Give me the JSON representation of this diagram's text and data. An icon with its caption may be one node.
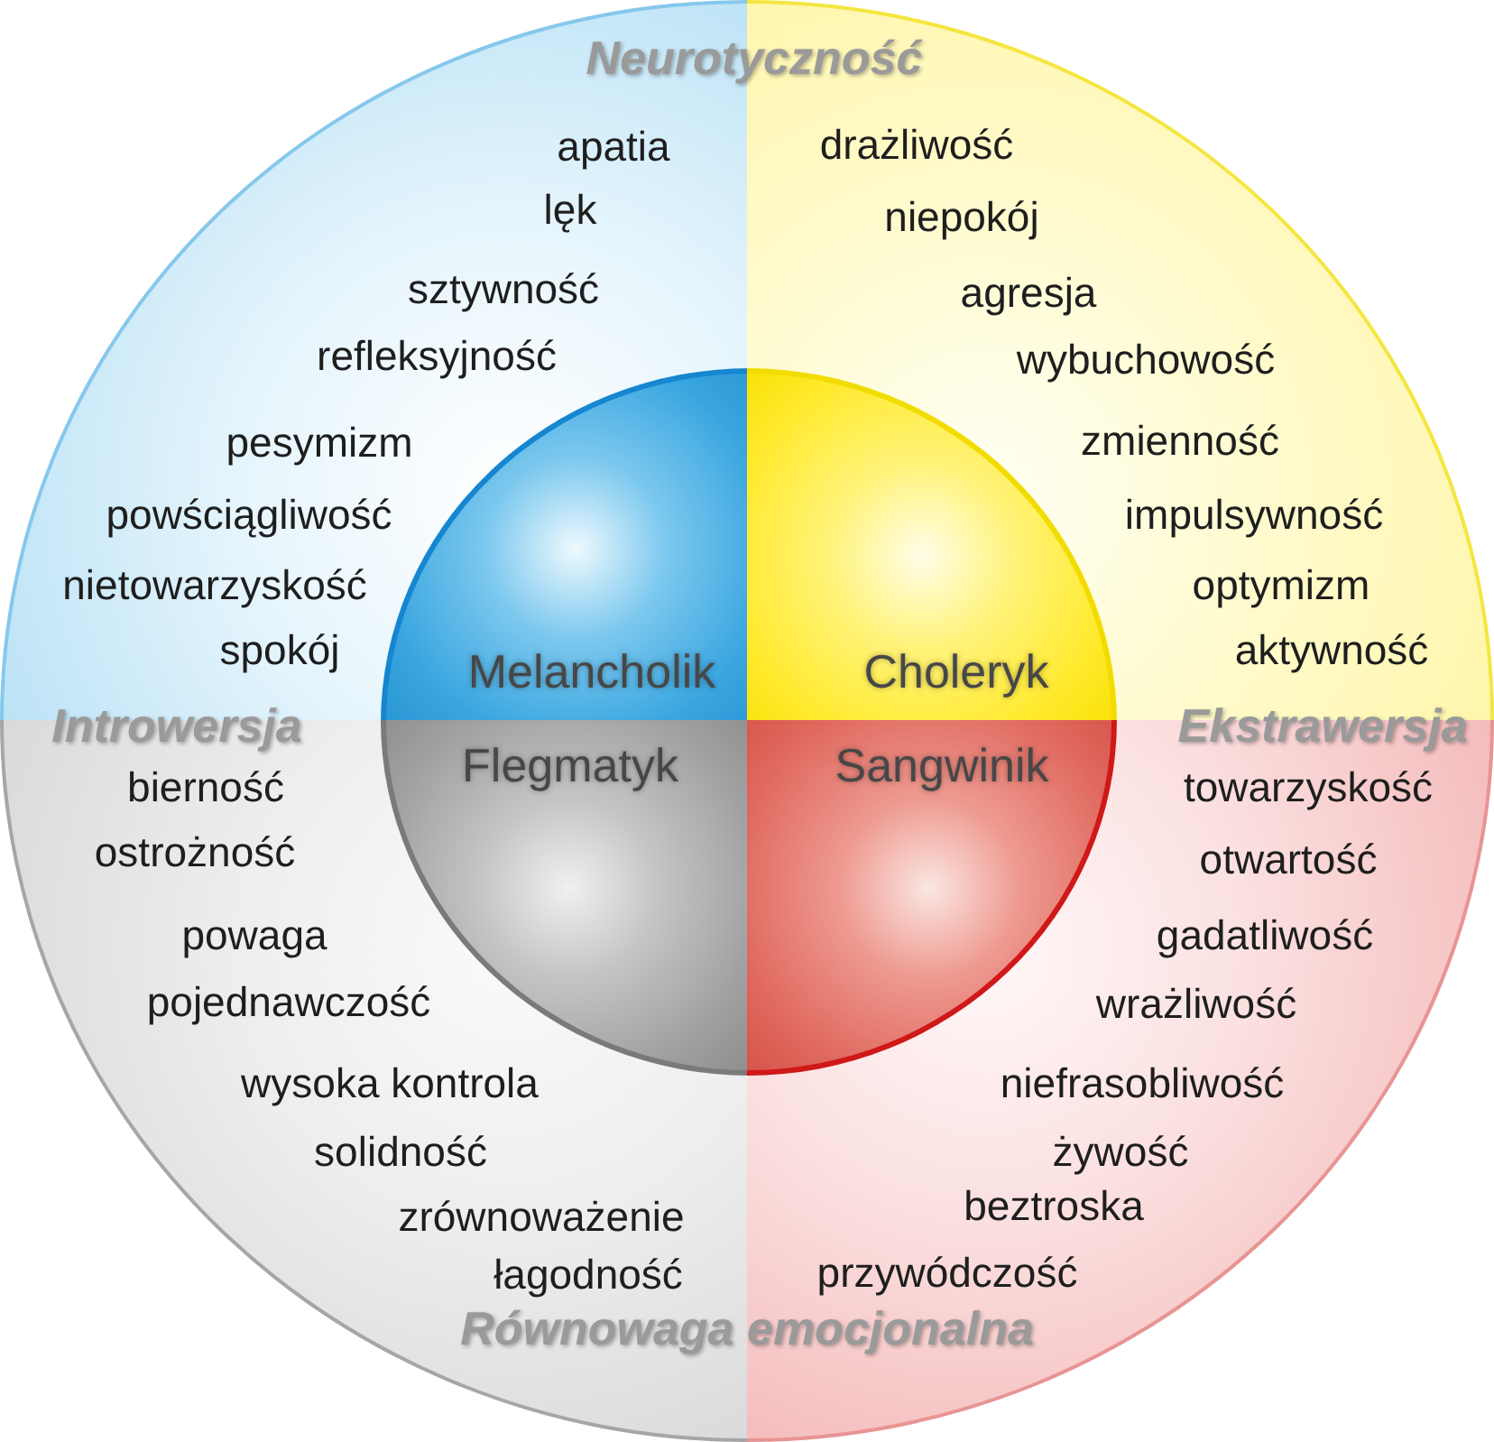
{
  "diagram": {
    "nodes": [
      {
        "text": [
          "apatia",
          "lęk",
          "sztywność",
          "refleksyjność",
          "pesymizm",
          "powściągliwość",
          "nietowarzyskość",
          "spokój"
        ]
      },
      {
        "text": [
          "Melancholik"
        ],
        "in": 0
      },
      {
        "text": [
          "drażliwość",
          "niepokój",
          "agresja",
          "wybuchowość",
          "zmienność",
          "impulsywność",
          "optymizm",
          "aktywność"
        ]
      },
      {
        "text": [
          "Choleryk"
        ],
        "in": 2
      },
      {
        "text": [
          "bierność",
          "ostrożność",
          "powaga",
          "pojednawczość",
          "wysoka kontrola",
          "solidność",
          "zrównoważenie",
          "łagodność"
        ]
      },
      {
        "text": [
          "Flegmatyk"
        ],
        "in": 4
      },
      {
        "text": [
          "towarzyskość",
          "otwartość",
          "gadatliwość",
          "wrażliwość",
          "niefrasobliwość",
          "żywość",
          "beztroska",
          "przywódczość"
        ]
      },
      {
        "text": [
          "Sangwinik"
        ],
        "in": 6
      }
    ],
    "labels": [
      "Neurotyczność",
      "Introwersja",
      "Ekstrawersja",
      "Równowaga emocjonalna"
    ]
  }
}
